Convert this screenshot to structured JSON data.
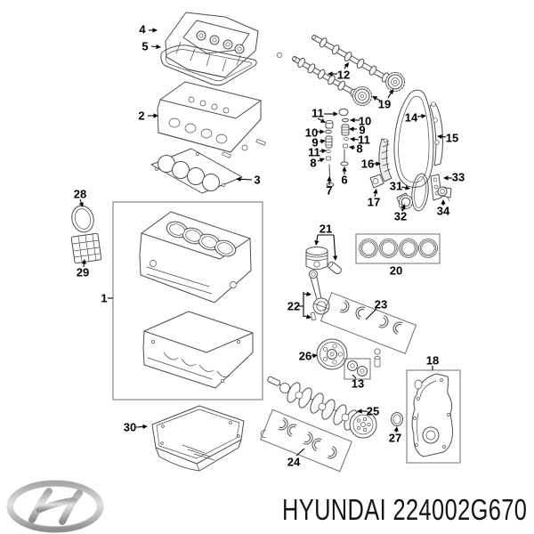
{
  "product": {
    "brand": "HYUNDAI",
    "part_number": "224002G670"
  },
  "footer": {
    "caption": "HYUNDAI 224002G670"
  },
  "logo": {
    "name": "hyundai-logo"
  },
  "colors": {
    "background": "#ffffff",
    "line_art": "#4d4d4d",
    "label": "#000000",
    "logo_silver": "#b9b9b9"
  },
  "diagram_type": "exploded-engine-parts-diagram",
  "callouts": [
    {
      "num": "4",
      "label": [
        160,
        33
      ],
      "arrows": [
        [
          167,
          34,
          177,
          34
        ]
      ]
    },
    {
      "num": "5",
      "label": [
        163,
        52
      ],
      "arrows": [
        [
          170,
          52,
          181,
          53
        ]
      ]
    },
    {
      "num": "2",
      "label": [
        159,
        130
      ],
      "arrows": [
        [
          166,
          130,
          178,
          130
        ]
      ]
    },
    {
      "num": "3",
      "label": [
        289,
        202
      ],
      "arrows": [
        [
          283,
          202,
          265,
          201
        ]
      ]
    },
    {
      "num": "28",
      "label": [
        90,
        218
      ],
      "arrows": [
        [
          90,
          224,
          93,
          233
        ]
      ]
    },
    {
      "num": "29",
      "label": [
        93,
        306
      ],
      "arrows": [
        [
          94,
          300,
          95,
          291
        ]
      ]
    },
    {
      "num": "1",
      "label": [
        117,
        335
      ],
      "lines": [
        [
          121,
          335,
          127,
          335
        ]
      ]
    },
    {
      "num": "30",
      "label": [
        146,
        480
      ],
      "arrows": [
        [
          153,
          480,
          166,
          479
        ]
      ]
    },
    {
      "num": "12",
      "label": [
        386,
        84
      ],
      "arrows": [
        [
          387,
          77,
          392,
          70
        ],
        [
          379,
          83,
          368,
          83
        ]
      ]
    },
    {
      "num": "19",
      "label": [
        432,
        117
      ],
      "arrows": [
        [
          427,
          113,
          418,
          108
        ],
        [
          436,
          110,
          442,
          100
        ]
      ]
    },
    {
      "num": "11",
      "label": [
        357,
        127
      ],
      "arrows": [
        [
          364,
          128,
          380,
          128
        ],
        [
          357,
          133,
          366,
          138
        ]
      ]
    },
    {
      "num": "10",
      "label": [
        410,
        136
      ],
      "arrows": [
        [
          404,
          135,
          393,
          135
        ]
      ]
    },
    {
      "num": "9",
      "label": [
        407,
        146
      ],
      "arrows": [
        [
          401,
          145,
          392,
          145
        ]
      ]
    },
    {
      "num": "11",
      "label": [
        409,
        157
      ],
      "arrows": [
        [
          403,
          157,
          393,
          156
        ]
      ]
    },
    {
      "num": "8",
      "label": [
        404,
        167
      ],
      "arrows": [
        [
          399,
          166,
          392,
          165
        ]
      ]
    },
    {
      "num": "10",
      "label": [
        350,
        149
      ],
      "arrows": [
        [
          356,
          148,
          365,
          148
        ]
      ]
    },
    {
      "num": "9",
      "label": [
        354,
        160
      ],
      "arrows": [
        [
          359,
          159,
          366,
          158
        ]
      ]
    },
    {
      "num": "11",
      "label": [
        353,
        171
      ],
      "arrows": [
        [
          359,
          170,
          367,
          169
        ]
      ]
    },
    {
      "num": "8",
      "label": [
        352,
        183
      ],
      "arrows": [
        [
          357,
          181,
          365,
          178
        ]
      ]
    },
    {
      "num": "6",
      "label": [
        387,
        202
      ],
      "arrows": [
        [
          387,
          196,
          387,
          187
        ]
      ]
    },
    {
      "num": "7",
      "label": [
        370,
        214
      ],
      "arrows": [
        [
          370,
          208,
          370,
          198
        ]
      ]
    },
    {
      "num": "16",
      "label": [
        413,
        184
      ],
      "arrows": [
        [
          419,
          184,
          428,
          184
        ]
      ]
    },
    {
      "num": "17",
      "label": [
        420,
        227
      ],
      "arrows": [
        [
          421,
          221,
          423,
          212
        ]
      ]
    },
    {
      "num": "14",
      "label": [
        462,
        132
      ],
      "arrows": [
        [
          469,
          131,
          479,
          130
        ]
      ]
    },
    {
      "num": "15",
      "label": [
        508,
        155
      ],
      "arrows": [
        [
          501,
          154,
          491,
          153
        ]
      ]
    },
    {
      "num": "31",
      "label": [
        445,
        209
      ],
      "arrows": [
        [
          451,
          210,
          461,
          212
        ]
      ]
    },
    {
      "num": "32",
      "label": [
        450,
        243
      ],
      "arrows": [
        [
          452,
          237,
          455,
          229
        ]
      ]
    },
    {
      "num": "33",
      "label": [
        515,
        199
      ],
      "arrows": [
        [
          508,
          200,
          498,
          200
        ]
      ]
    },
    {
      "num": "34",
      "label": [
        498,
        237
      ],
      "arrows": [
        [
          498,
          231,
          498,
          224
        ]
      ]
    },
    {
      "num": "21",
      "label": [
        366,
        257
      ],
      "lines": [
        [
          357,
          264,
          375,
          264
        ]
      ],
      "arrows": [
        [
          357,
          264,
          355,
          276
        ],
        [
          375,
          264,
          377,
          293
        ]
      ]
    },
    {
      "num": "20",
      "label": [
        445,
        304
      ]
    },
    {
      "num": "22",
      "label": [
        330,
        344
      ],
      "lines": [
        [
          336,
          344,
          341,
          344
        ],
        [
          341,
          328,
          341,
          356
        ]
      ],
      "arrows": [
        [
          341,
          330,
          350,
          331
        ],
        [
          341,
          355,
          350,
          357
        ]
      ]
    },
    {
      "num": "23",
      "label": [
        428,
        342
      ],
      "lines": [
        [
          423,
          347,
          411,
          359
        ]
      ]
    },
    {
      "num": "26",
      "label": [
        343,
        400
      ],
      "arrows": [
        [
          350,
          400,
          357,
          399
        ]
      ]
    },
    {
      "num": "13",
      "label": [
        402,
        431
      ],
      "lines": [
        [
          400,
          425,
          396,
          421
        ]
      ]
    },
    {
      "num": "25",
      "label": [
        419,
        462
      ],
      "arrows": [
        [
          412,
          462,
          401,
          462
        ]
      ]
    },
    {
      "num": "24",
      "label": [
        330,
        519
      ],
      "lines": [
        [
          333,
          512,
          342,
          504
        ]
      ]
    },
    {
      "num": "18",
      "label": [
        486,
        405
      ],
      "lines": [
        [
          486,
          411,
          486,
          416
        ]
      ]
    },
    {
      "num": "27",
      "label": [
        444,
        492
      ],
      "arrows": [
        [
          445,
          486,
          446,
          479
        ]
      ]
    }
  ]
}
